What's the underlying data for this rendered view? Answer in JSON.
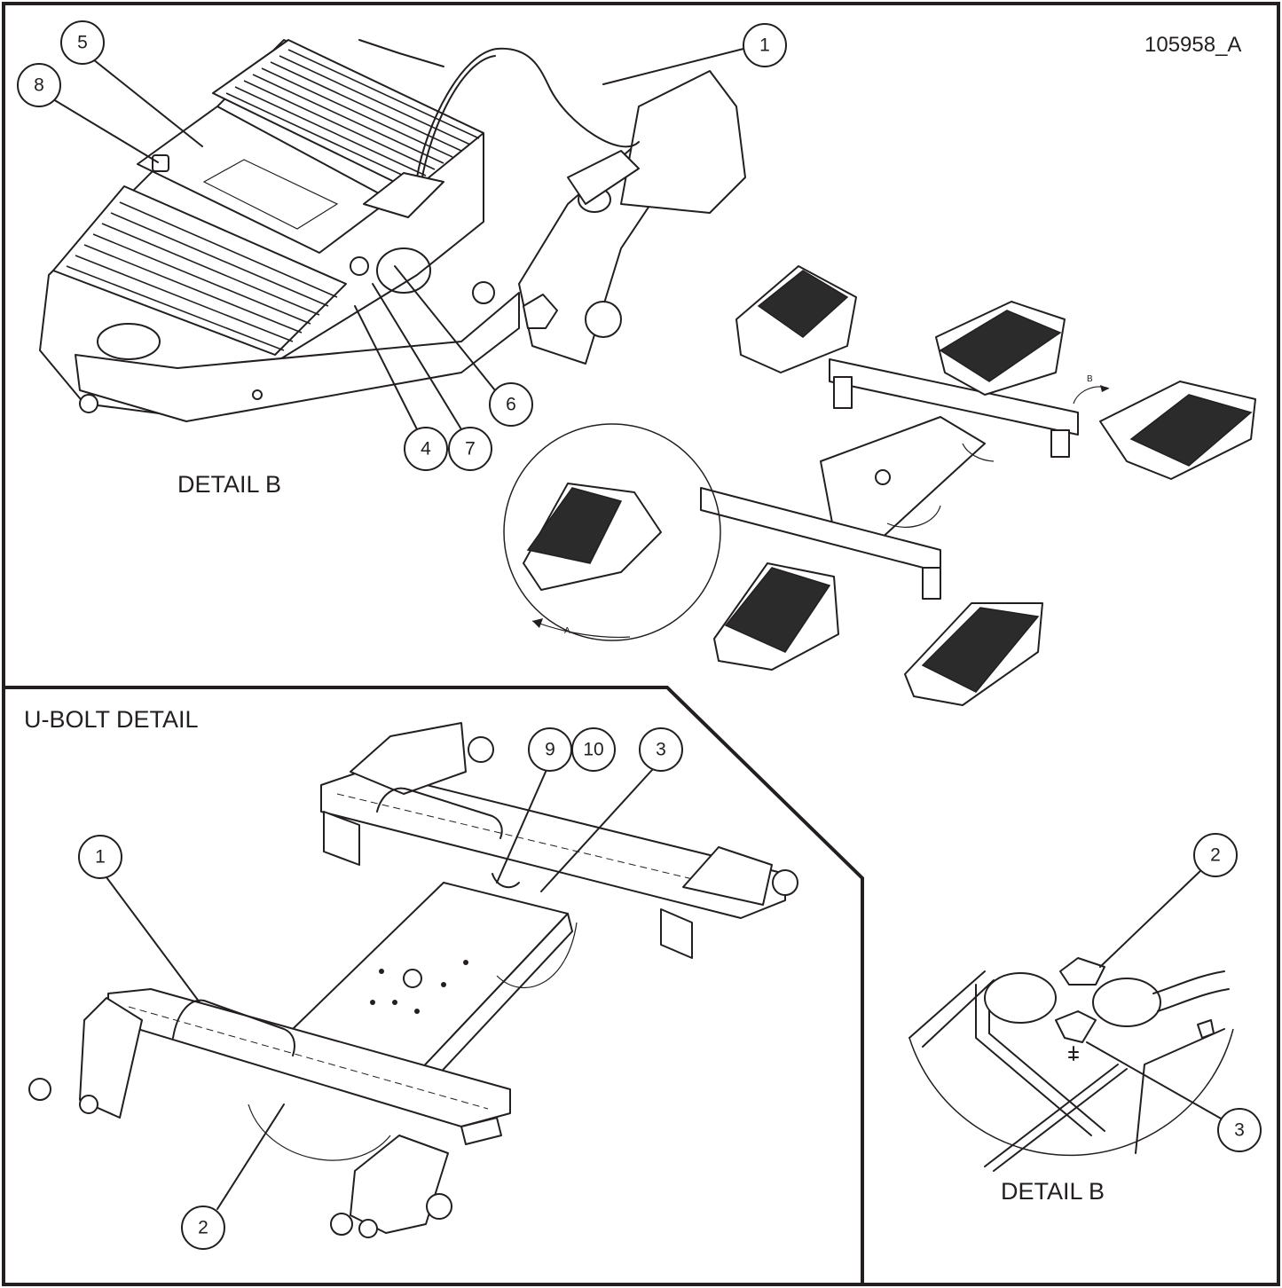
{
  "drawing": {
    "doc_number": "105958_A",
    "labels": {
      "detail_b_top": "DETAIL B",
      "detail_b_bottom": "DETAIL B",
      "u_bolt_detail": "U-BOLT DETAIL",
      "view_a": "A",
      "view_b": "B"
    }
  },
  "callouts": {
    "top": [
      "1",
      "5",
      "8",
      "4",
      "7",
      "6"
    ],
    "ubolt": [
      "9",
      "10",
      "3",
      "1",
      "2"
    ],
    "detail_b": [
      "2",
      "3"
    ]
  }
}
